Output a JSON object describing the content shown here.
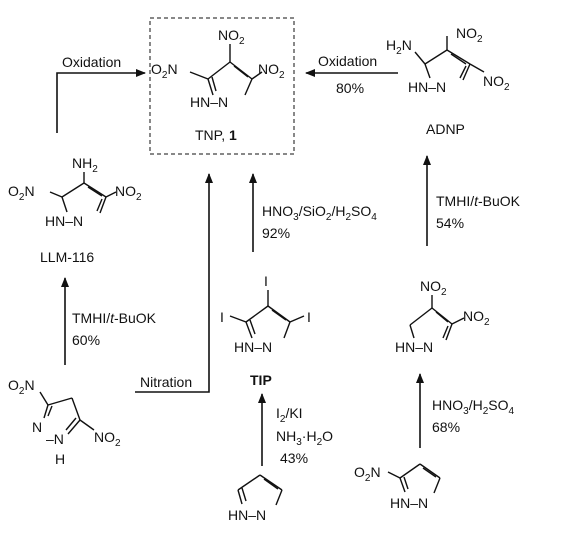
{
  "target": {
    "name": "TNP, ",
    "number": "1"
  },
  "labels": {
    "adnp": "ADNP",
    "llm116": "LLM-116",
    "tip": "TIP"
  },
  "conditions": {
    "oxidation_left": "Oxidation",
    "oxidation_right": "Oxidation",
    "oxidation_right_yield": "80%",
    "tmhi_left_a": "TMHI/",
    "tmhi_left_b": "t",
    "tmhi_left_c": "-BuOK",
    "tmhi_left_yield": "60%",
    "nitration": "Nitration",
    "hno3_sio2": "HNO",
    "sio2": "/SiO",
    "h2so4": "/H",
    "so4": "SO",
    "hno3_sio2_yield": "92%",
    "tmhi_right_a": "TMHI/",
    "tmhi_right_b": "t",
    "tmhi_right_c": "-BuOK",
    "tmhi_right_yield": "54%",
    "i2": "I",
    "ki": "/KI",
    "nh3": "NH",
    "nh3_b": "·H",
    "nh3_c": "O",
    "iodination_yield": "43%",
    "hno3_h2so4_a": "HNO",
    "hno3_h2so4_b": "/H",
    "hno3_h2so4_c": "SO",
    "hno3_h2so4_yield": "68%"
  },
  "atoms": {
    "no2": "NO",
    "o2n": "O",
    "o2n_b": "N",
    "nh2": "NH",
    "h2n": "H",
    "h2n_b": "N",
    "hn_n": "HN",
    "n": "N",
    "n_dash": "–",
    "h": "H",
    "i": "I",
    "sub2": "2",
    "sub3": "3",
    "sub4": "4"
  }
}
